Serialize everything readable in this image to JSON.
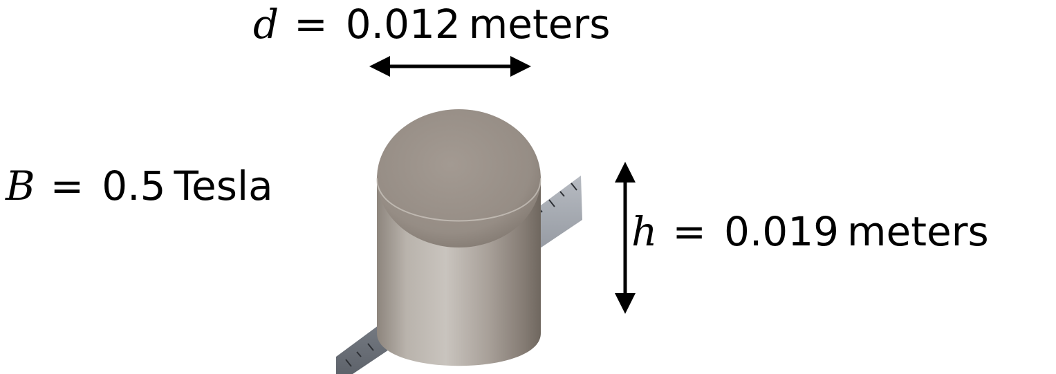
{
  "labels": {
    "diameter": {
      "symbol": "d",
      "equals": "=",
      "value": "0.012",
      "unit": "meters"
    },
    "field": {
      "symbol": "B",
      "equals": "=",
      "value": "0.5",
      "unit": "Tesla"
    },
    "height": {
      "symbol": "h",
      "equals": "=",
      "value": "0.019",
      "unit": "meters"
    }
  },
  "colors": {
    "text": "#000000",
    "background": "#ffffff",
    "magnet": "#a39a92",
    "ruler": "#8a8e95"
  },
  "icons": {
    "diameter_arrow": "double-headed-horizontal-arrow",
    "height_arrow": "double-headed-vertical-arrow"
  }
}
